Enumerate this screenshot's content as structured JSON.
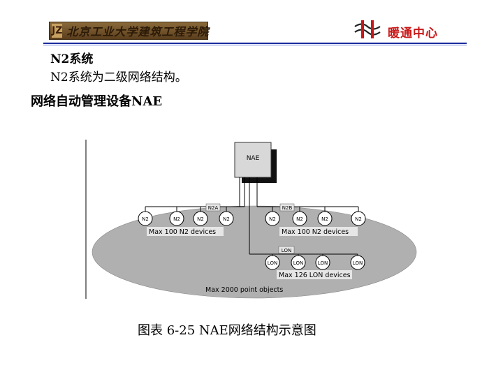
{
  "header": {
    "school_logo_text": "北京工业大学建筑工程学院",
    "logo_mark": "JZ",
    "dept_label": "暖通中心"
  },
  "slide": {
    "title": "N2系统",
    "description": "N2系统为二级网络结构。",
    "subtitle": "网络自动管理设备NAE"
  },
  "diagram": {
    "nae_label": "NAE",
    "bus_left": "N2A",
    "bus_right": "N2B",
    "bus_lon": "LON",
    "node_left": [
      "N2",
      "N2",
      "N2",
      "N2"
    ],
    "node_right": [
      "N2",
      "N2",
      "N2",
      "N2"
    ],
    "node_lon": [
      "LON",
      "LON",
      "LON",
      "LON"
    ],
    "cap_left": "Max 100 N2 devices",
    "cap_right": "Max 100 N2 devices",
    "cap_lon": "Max 126 LON devices",
    "cap_total": "Max 2000 point objects"
  },
  "caption": "图表 6-25 NAE网络结构示意图",
  "colors": {
    "accent_red": "#c81818",
    "rule_blue": "#1c2c9c",
    "ellipse_gray": "#b0b0b0"
  }
}
